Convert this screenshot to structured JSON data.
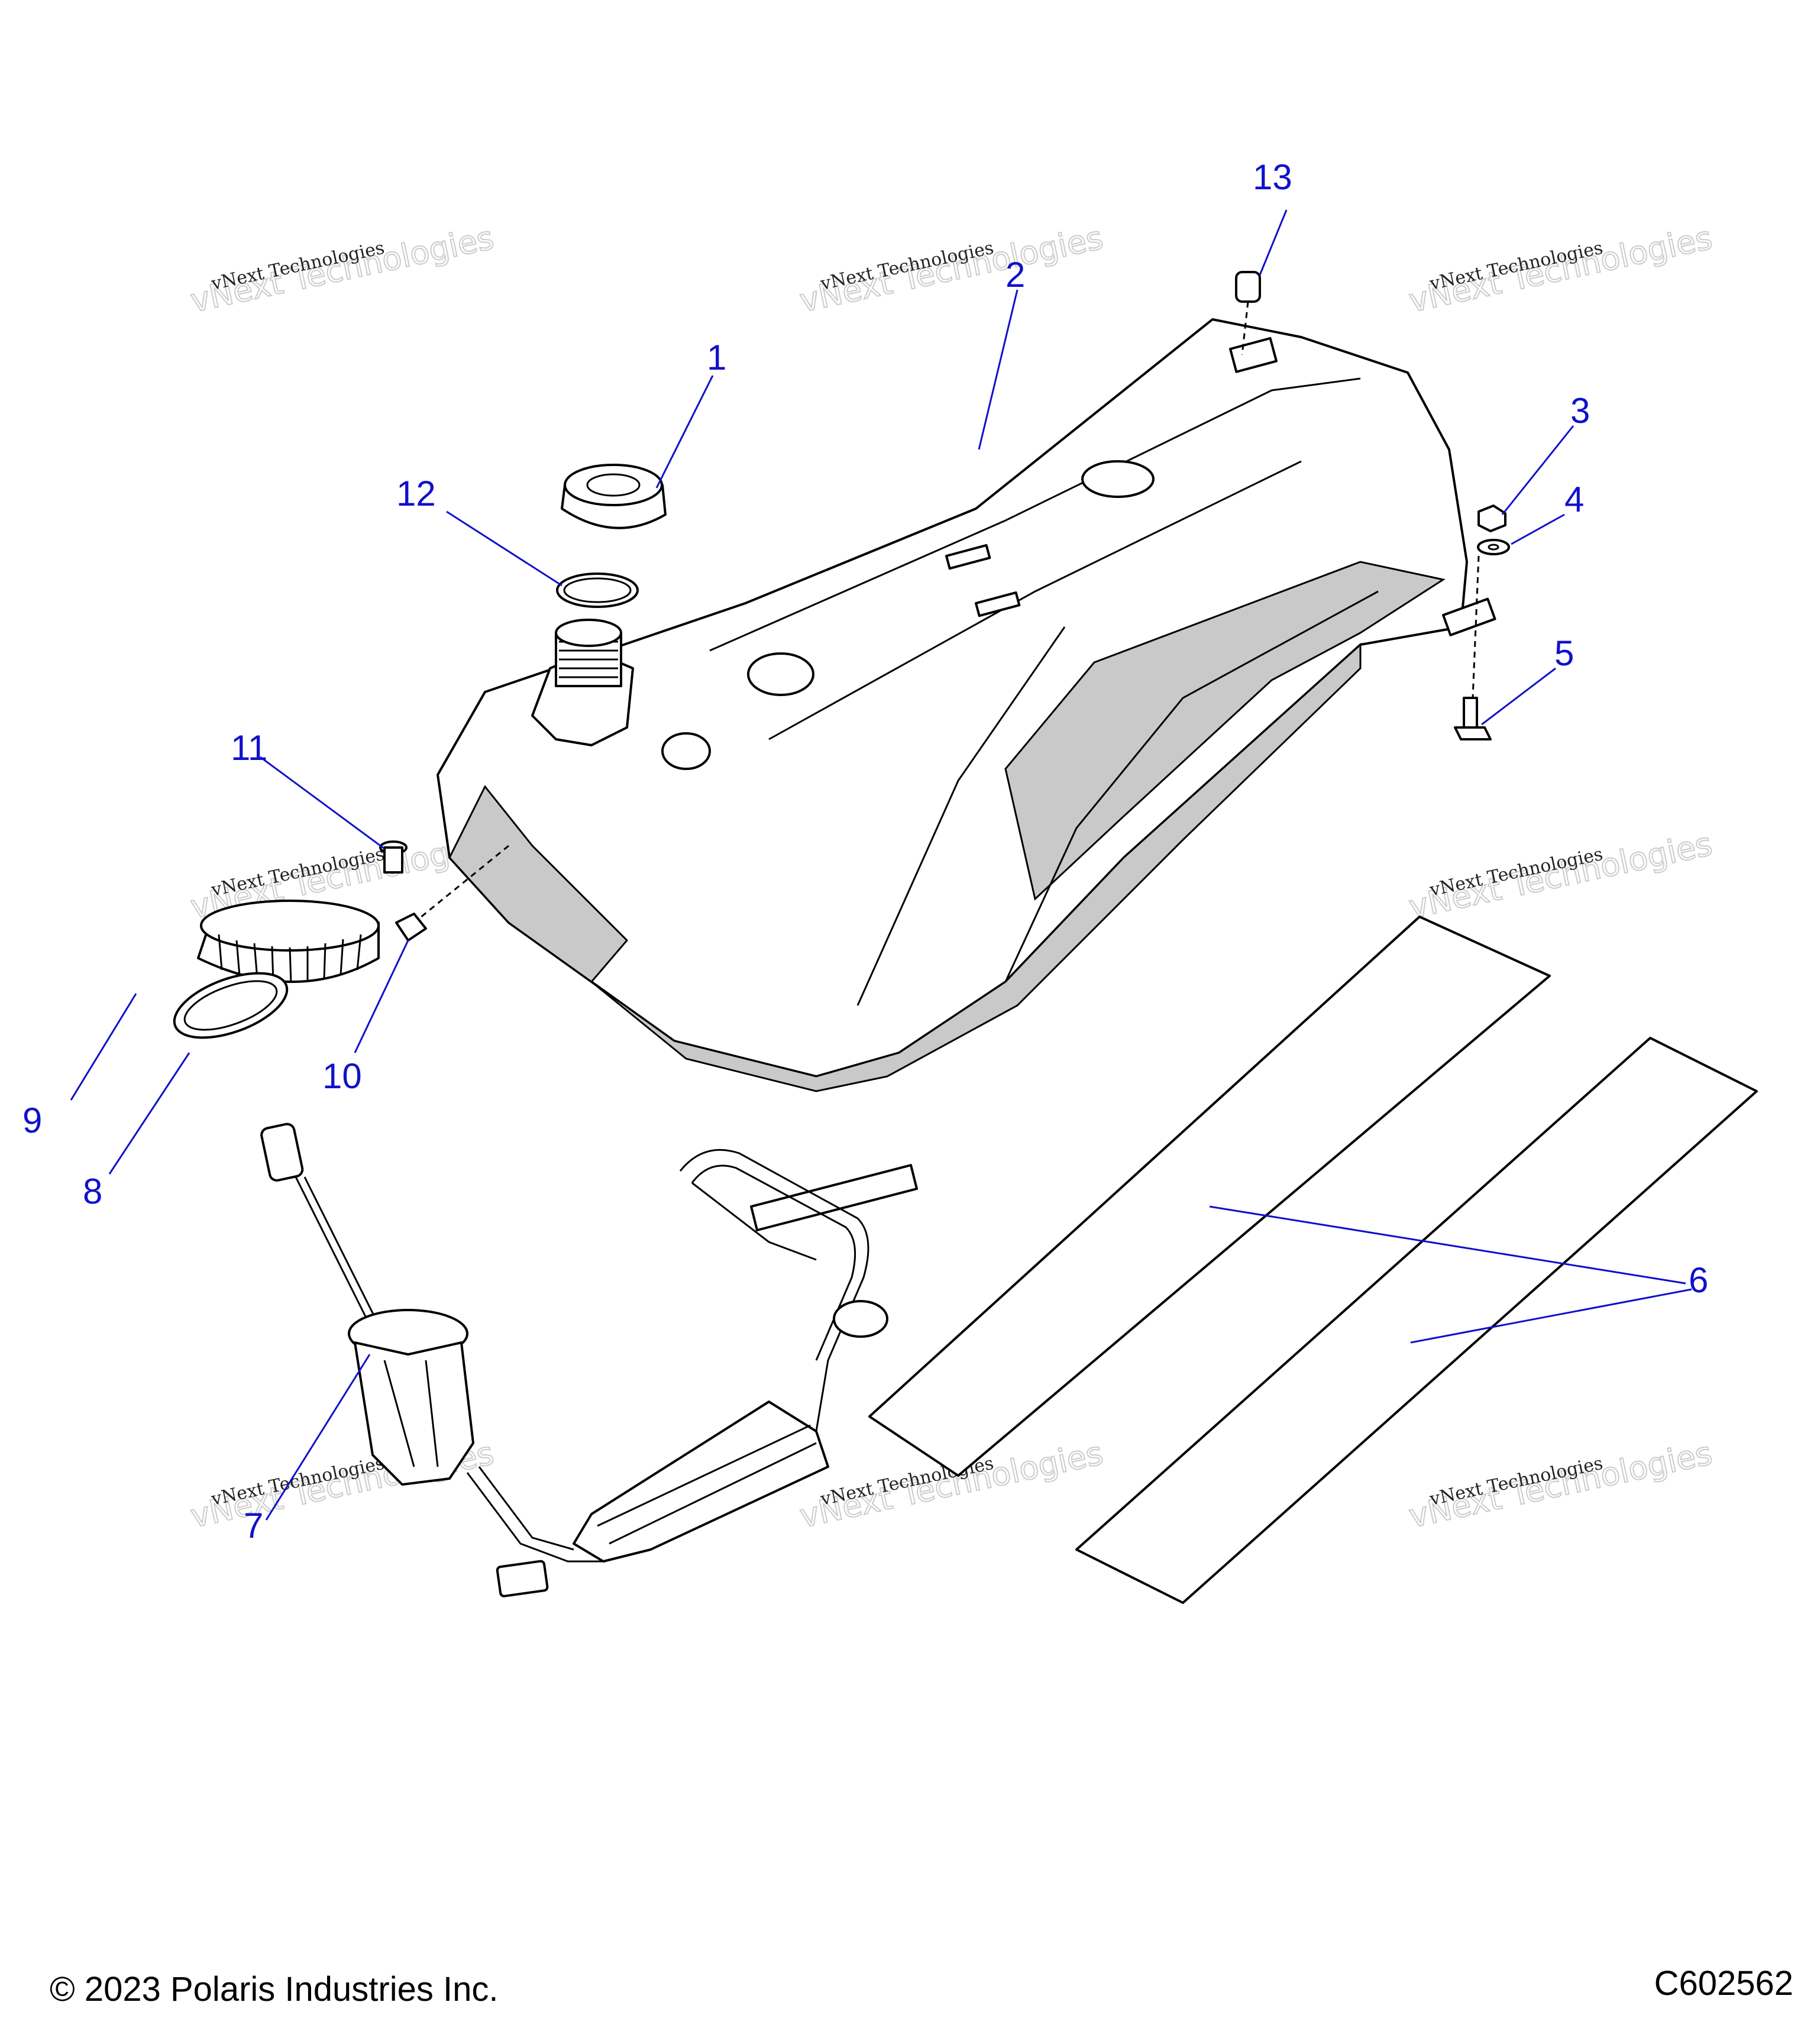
{
  "figure": {
    "copyright": "© 2023 Polaris Industries Inc.",
    "drawing_id": "C602562"
  },
  "callouts": [
    "1",
    "2",
    "3",
    "4",
    "5",
    "6",
    "7",
    "8",
    "9",
    "10",
    "11",
    "12",
    "13"
  ],
  "watermark": {
    "line": "vNext Technologies",
    "big": "vNext Technologies"
  },
  "colors": {
    "callout": "#1010cc",
    "tank_shade": "#c9c9c9"
  }
}
